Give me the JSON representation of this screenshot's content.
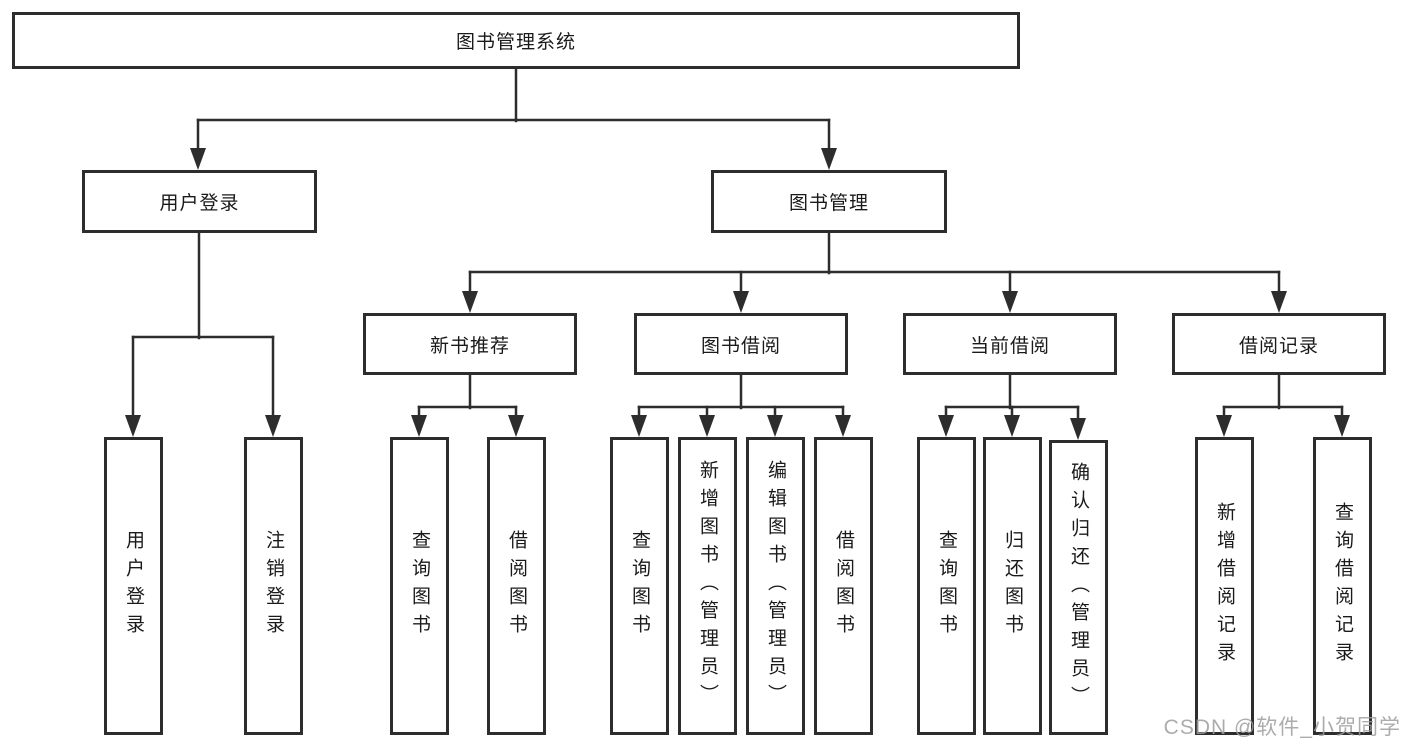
{
  "tree": {
    "label": "图书管理系统",
    "children": [
      {
        "label": "用户登录",
        "children": [
          {
            "label": "用户登录"
          },
          {
            "label": "注销登录"
          }
        ]
      },
      {
        "label": "图书管理",
        "children": [
          {
            "label": "新书推荐",
            "children": [
              {
                "label": "查询图书"
              },
              {
                "label": "借阅图书"
              }
            ]
          },
          {
            "label": "图书借阅",
            "children": [
              {
                "label": "查询图书"
              },
              {
                "label": "新增图书（管理员）"
              },
              {
                "label": "编辑图书（管理员）"
              },
              {
                "label": "借阅图书"
              }
            ]
          },
          {
            "label": "当前借阅",
            "children": [
              {
                "label": "查询图书"
              },
              {
                "label": "归还图书"
              },
              {
                "label": "确认归还（管理员）"
              }
            ]
          },
          {
            "label": "借阅记录",
            "children": [
              {
                "label": "新增借阅记录"
              },
              {
                "label": "查询借阅记录"
              }
            ]
          }
        ]
      }
    ]
  },
  "watermark": {
    "text": "CSDN @软件_小贺同学"
  },
  "colors": {
    "line": "#2d2d2d",
    "box_border": "#2d2d2d",
    "text": "#1a1a1a",
    "watermark": "#9e9e9e",
    "background": "#ffffff"
  }
}
